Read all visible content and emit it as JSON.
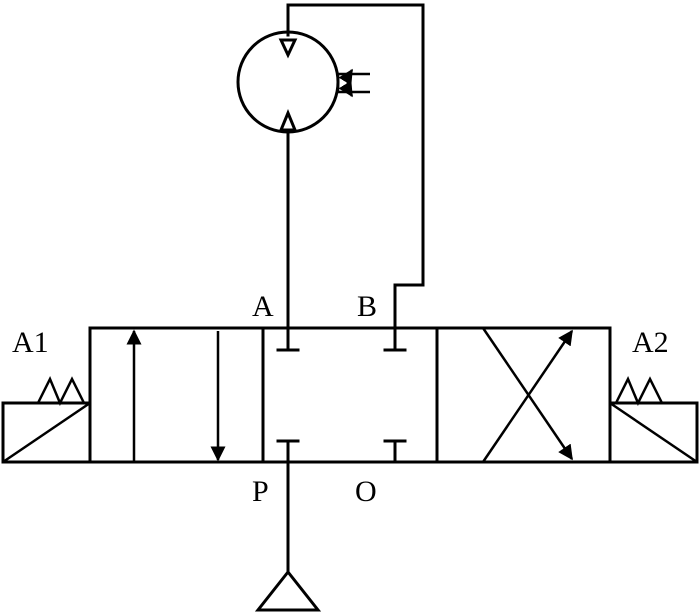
{
  "labels": {
    "port_a": "A",
    "port_b": "B",
    "port_p": "P",
    "port_o": "O",
    "actuator_left": "A1",
    "actuator_right": "A2"
  },
  "colors": {
    "stroke": "#000000",
    "background": "#ffffff"
  }
}
